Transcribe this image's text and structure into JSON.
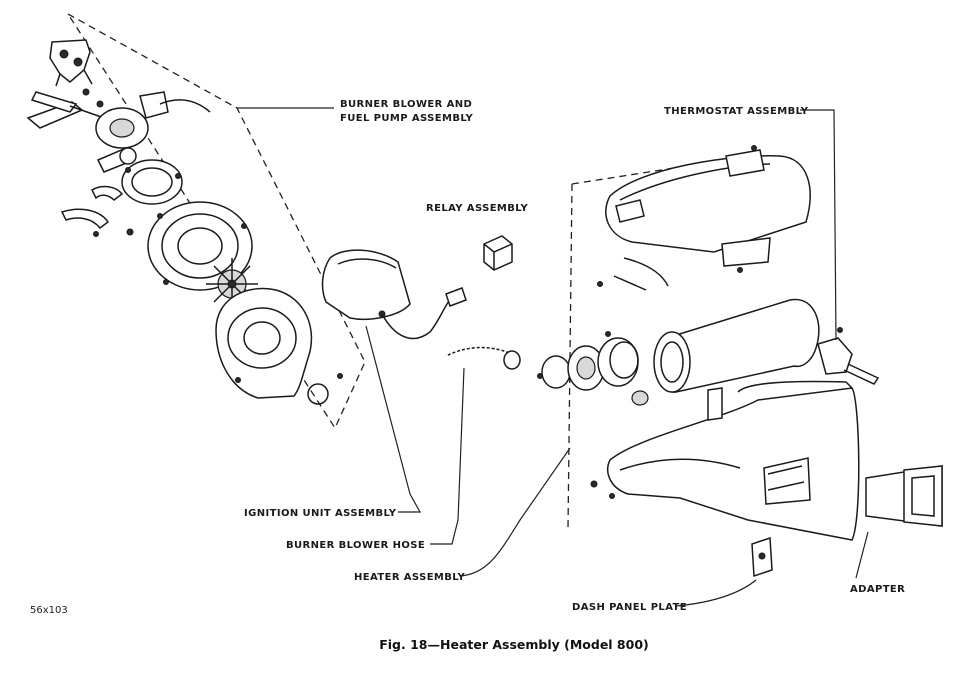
{
  "figure": {
    "caption": "Fig. 18—Heater Assembly (Model 800)",
    "reference_code": "56x103"
  },
  "labels": {
    "burner_blower_line1": "BURNER BLOWER AND",
    "burner_blower_line2": "FUEL PUMP ASSEMBLY",
    "thermostat": "THERMOSTAT ASSEMBLY",
    "relay": "RELAY ASSEMBLY",
    "ignition_unit": "IGNITION UNIT ASSEMBLY",
    "burner_blower_hose": "BURNER BLOWER HOSE",
    "heater": "HEATER ASSEMBLY",
    "adapter": "ADAPTER",
    "dash_panel_plate": "DASH PANEL PLATE"
  }
}
